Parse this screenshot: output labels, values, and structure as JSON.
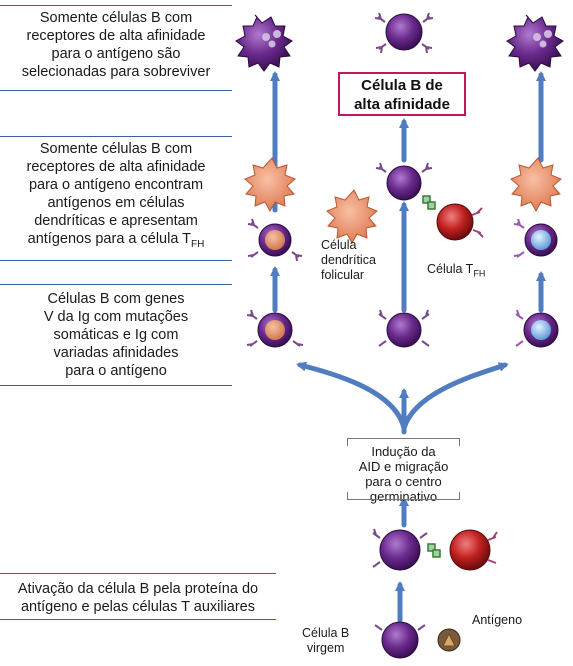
{
  "stages": [
    "Somente células B com receptores de alta afinidade para o antígeno são selecionadas para sobreviver",
    "Somente células B com receptores de alta afinidade para o antígeno encontram antígenos em células dendríticas e apresentam antígenos para a célula TFH",
    "Células B com genes V da Ig com mutações somáticas e Ig com variadas afinidades para o antígeno",
    "Ativação da célula B pela proteína do antígeno e pelas células T auxiliares"
  ],
  "stage_lines": {
    "s1": [
      "Somente células B com",
      "receptores de alta afinidade",
      "para o antígeno são",
      "selecionadas para sobreviver"
    ],
    "s2": [
      "Somente células B com",
      "receptores de alta afinidade",
      "para o antígeno encontram",
      "antígenos em células",
      "dendríticas e apresentam",
      "antígenos para a célula T",
      "FH"
    ],
    "s3": [
      "Células B com genes",
      "V da Ig com mutações",
      "somáticas e Ig com",
      "variadas afinidades",
      "para o antígeno"
    ],
    "s4": [
      "Ativação da célula B pela proteína do",
      "antígeno e pelas células T auxiliares"
    ]
  },
  "highlight": [
    "Célula B de",
    "alta afinidade"
  ],
  "induction": [
    "Indução da",
    "AID e migração",
    "para o centro",
    "germinativo"
  ],
  "labels": {
    "fdc": [
      "Célula",
      "dendrítica",
      "folicular"
    ],
    "tfh_main": "Célula T",
    "tfh_sub": "FH",
    "naive": [
      "Célula B",
      "virgem"
    ],
    "antigen": "Antígeno"
  },
  "colors": {
    "arrow": "#4f7dc0",
    "rule": "#3d5fa8",
    "bcell": "#6a2a8c",
    "tcell": "#c0201f",
    "fdc": "#e88660",
    "highlight_border": "#c2185b"
  }
}
